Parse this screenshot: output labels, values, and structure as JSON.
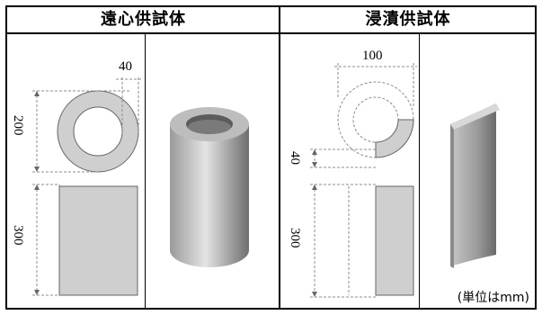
{
  "headers": {
    "left": "遠心供試体",
    "right": "浸漬供試体"
  },
  "dimensions": {
    "centrifugal_wall": "40",
    "centrifugal_diameter": "200",
    "centrifugal_height": "300",
    "immersion_diameter": "100",
    "immersion_wall": "40",
    "immersion_height": "300"
  },
  "unit_note": "(単位はmm)",
  "colors": {
    "specimen_fill": "#cfcfcf",
    "dashed_line": "#8c8c8c",
    "ring_inner": "#ffffff"
  }
}
